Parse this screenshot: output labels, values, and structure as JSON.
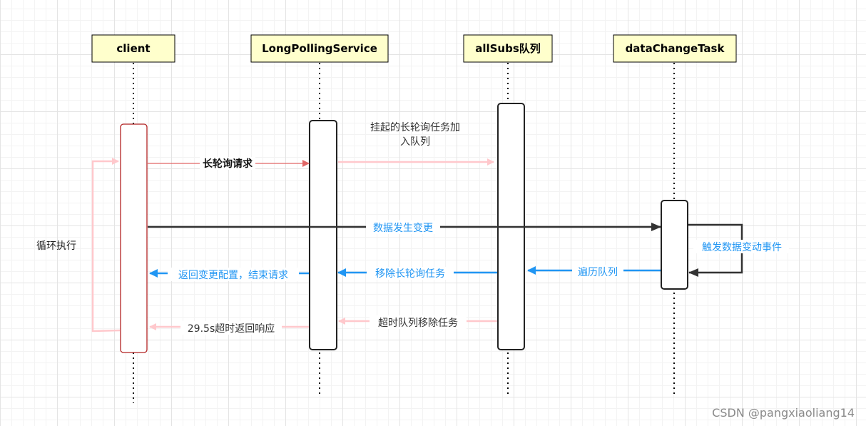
{
  "participants": {
    "client": "client",
    "service": "LongPollingService",
    "queue": "allSubs队列",
    "task": "dataChangeTask"
  },
  "messages": {
    "long_poll_request": "长轮询请求",
    "suspend_line1": "挂起的长轮询任务加",
    "suspend_line2": "入队列",
    "data_change": "数据发生变更",
    "trigger_event": "触发数据变动事件",
    "traverse_queue": "遍历队列",
    "remove_task": "移除长轮询任务",
    "return_change": "返回变更配置，结束请求",
    "timeout_remove": "超时队列移除任务",
    "timeout_return": "29.5s超时返回响应",
    "loop": "循环执行"
  },
  "watermark": "CSDN @pangxiaoliang14",
  "colors": {
    "header_fill": "#ffffcc",
    "pink": "#ffc8cc",
    "red": "#e06666",
    "blue": "#2196f3",
    "dark": "#333333",
    "client_border": "#b22222"
  }
}
